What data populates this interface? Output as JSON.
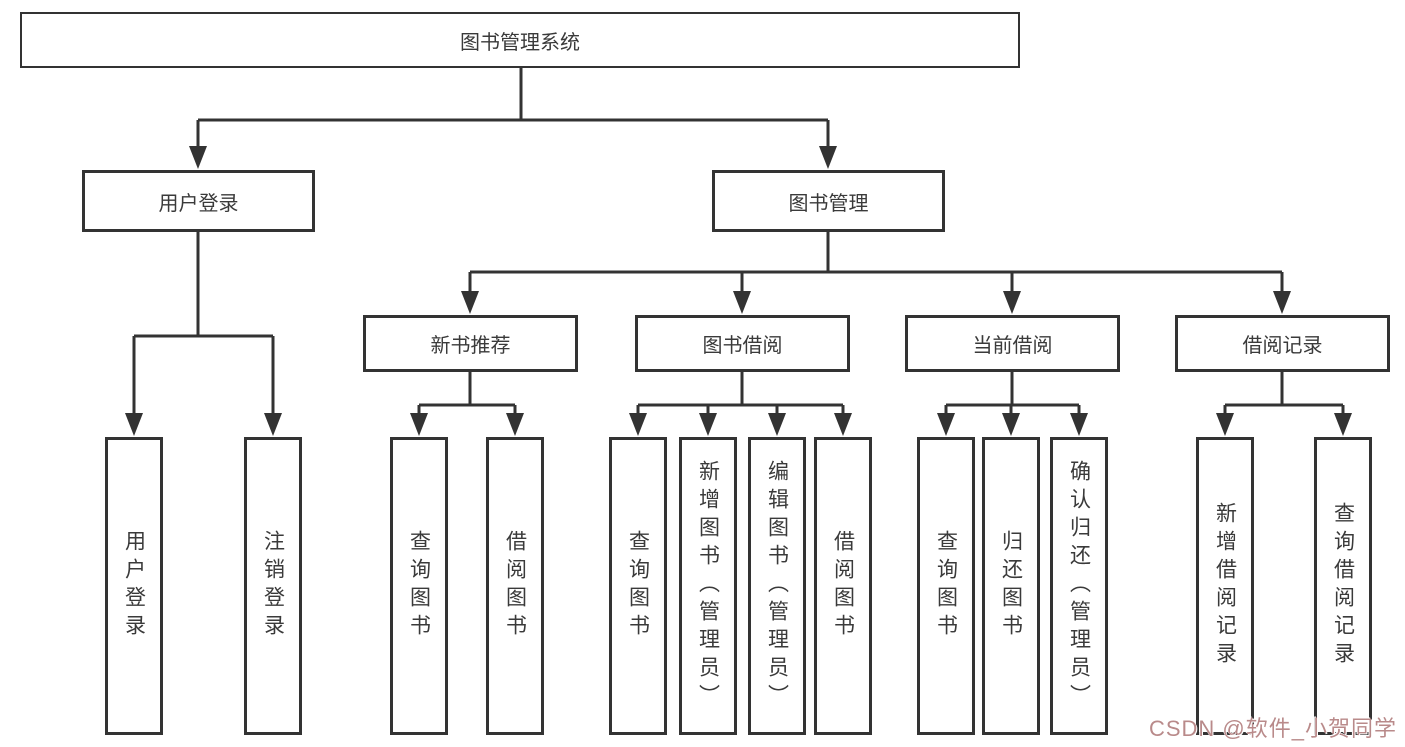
{
  "colors": {
    "line": "#333333",
    "text": "#3a3a3a",
    "watermark": "#b98a8a",
    "background": "#ffffff"
  },
  "tree": {
    "root": "图书管理系统",
    "branches": [
      {
        "label": "用户登录",
        "children": [
          "用户登录",
          "注销登录"
        ]
      },
      {
        "label": "图书管理",
        "children": [
          {
            "label": "新书推荐",
            "children": [
              "查询图书",
              "借阅图书"
            ]
          },
          {
            "label": "图书借阅",
            "children": [
              "查询图书",
              "新增图书（管理员）",
              "编辑图书（管理员）",
              "借阅图书"
            ]
          },
          {
            "label": "当前借阅",
            "children": [
              "查询图书",
              "归还图书",
              "确认归还（管理员）"
            ]
          },
          {
            "label": "借阅记录",
            "children": [
              "新增借阅记录",
              "查询借阅记录"
            ]
          }
        ]
      }
    ]
  },
  "watermark": "CSDN @软件_小贺同学"
}
